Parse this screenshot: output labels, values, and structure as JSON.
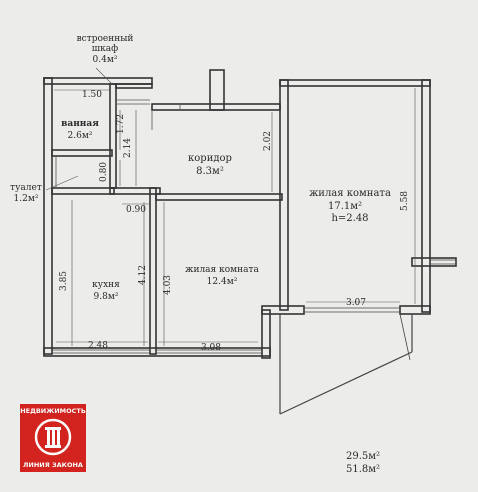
{
  "rooms": {
    "closet": {
      "name": "встроенный шкаф",
      "name_line1": "встроенный",
      "name_line2": "шкаф",
      "area": "0.4м²"
    },
    "bathroom": {
      "name": "ванная",
      "area": "2.6м²"
    },
    "corridor": {
      "name": "коридор",
      "area": "8.3м²"
    },
    "toilet": {
      "name": "туалет",
      "area": "1.2м²"
    },
    "kitchen": {
      "name": "кухня",
      "area": "9.8м²"
    },
    "living_small": {
      "name": "жилая комната",
      "area": "12.4м²"
    },
    "living_large": {
      "name": "жилая комната",
      "area": "17.1м²",
      "height": "h=2.48"
    }
  },
  "dimensions": {
    "d150": "1.50",
    "d172": "1.72",
    "d214": "2.14",
    "d080": "0.80",
    "d090": "0.90",
    "d202": "2.02",
    "d558": "5.58",
    "d385": "3.85",
    "d412": "4.12",
    "d403": "4.03",
    "d248": "2.48",
    "d308": "3.08",
    "d307": "3.07"
  },
  "totals": {
    "living_area": "29.5м²",
    "total_area": "51.8м²"
  },
  "logo": {
    "top_text": "НЕДВИЖИМОСТЬ",
    "bottom_text": "ЛИНИЯ ЗАКОНА",
    "color": "#d2231e"
  }
}
